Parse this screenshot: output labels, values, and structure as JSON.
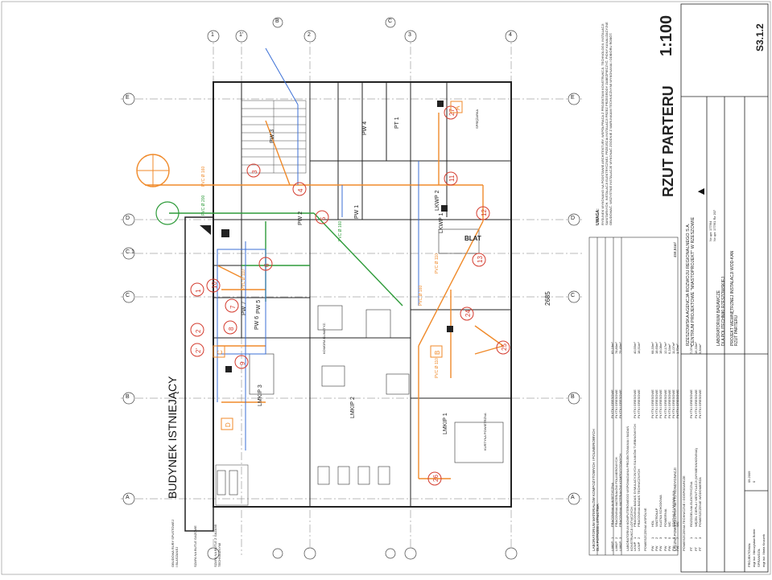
{
  "grid_letters": [
    "E",
    "D",
    "C.1",
    "C",
    "B",
    "A"
  ],
  "grid_numbers": [
    "1",
    "1'",
    "2",
    "3",
    "4",
    "B",
    "C"
  ],
  "building": {
    "existing_label": "BUDYNEK ISTNIEJĄCY",
    "dimension": "2685"
  },
  "rooms": [
    {
      "code": "PW",
      "num": "3"
    },
    {
      "code": "PW",
      "num": "4"
    },
    {
      "code": "PT",
      "num": "1"
    },
    {
      "code": "PW",
      "num": "2"
    },
    {
      "code": "PW",
      "num": "1"
    },
    {
      "code": "LKWP",
      "num": "2"
    },
    {
      "code": "LKWP",
      "num": "1"
    },
    {
      "code": "LMKIP",
      "num": "3"
    },
    {
      "code": "LMKIP",
      "num": "2"
    },
    {
      "code": "LMKIP",
      "num": "1"
    },
    {
      "code": "PW",
      "num": "5"
    },
    {
      "code": "PW",
      "num": "6"
    },
    {
      "code": "PW",
      "num": "7"
    }
  ],
  "circles": [
    "1",
    "2",
    "2'",
    "3",
    "4",
    "5",
    "6",
    "7",
    "8",
    "9",
    "10",
    "11",
    "12",
    "13",
    "24",
    "25",
    "26",
    "27"
  ],
  "circle_letters": [
    "A",
    "B",
    "C",
    "D"
  ],
  "pipes": [
    "PVC Ø 160",
    "PVC Ø 200",
    "PVC Ø 110",
    "PVC Ø 110",
    "PVC Ø 160",
    "PVC Ø 110",
    "PVC Ø 160"
  ],
  "labels": {
    "klimatyzacja": "KOMORA KLIMATYZ.",
    "kurtyna": "KURTYNA POWIETRZNA",
    "sprezarka": "SPRĘŻARKA",
    "blat": "BLAT"
  },
  "legend": {
    "heading": "LABORATORIUM MATERIAŁÓW KOMPOZYTOWYCH I POLIMEROWYCH\nDLA POTRZEB LOTNICTWA",
    "col_headers": [
      "oznaczenie",
      "nazwa pomieszczenia",
      "posadzka",
      "powierzchnia"
    ],
    "groups": [
      {
        "rows": [
          [
            "LMKIP",
            "1",
            "PRACOWNIA AUKSETYCZNA",
            "PŁYTKI GRESOWE",
            "83,18m²"
          ],
          [
            "LMKIP",
            "2",
            "PRACOWNIA MATERIAŁÓW POLIMEROWYCH",
            "PŁYTKI GRESOWE",
            "78,80m²"
          ],
          [
            "LMKIP",
            "3",
            "PRACOWNIA MATERIAŁÓW KOMPOZYTOWYCH",
            "PŁYTKI GRESOWE",
            "79,40m²"
          ]
        ]
      },
      {
        "title": "LABORATORIUM KOMPUTEROWEGO WSPOMAGANIA PROJEKTOWANIA I BADAŃ\nKONSTRUKCJI LOTNICZYCH",
        "rows": [
          [
            "LKWP",
            "1",
            "PRACOWNIA BADAŃ SYMULACYJNYCH SILNIKÓW TURBINOWYCH",
            "PŁYTKI GRESOWE",
            "40,55m²"
          ],
          [
            "LKWP",
            "2",
            "PRACOWNIA BADAŃ TECHNICZNYCH",
            "PŁYTKI GRESOWE",
            "18,51m²"
          ]
        ]
      },
      {
        "title": "POMIESZCZENIA WSPÓLNE",
        "rows": [
          [
            "PW",
            "1",
            "HOL",
            "PŁYTKI GRESOWE",
            "68,33m²"
          ],
          [
            "PW",
            "2",
            "WIATROŁAP",
            "PŁYTKI GRESOWE",
            "18,60m²"
          ],
          [
            "PW",
            "3",
            "KLATKA SCHODOWA",
            "PŁYTKI GRESOWE",
            "18,08m²"
          ],
          [
            "PW",
            "4",
            "POMIERNIA",
            "PŁYTKI GRESOWE",
            "12,17m²"
          ],
          [
            "PW",
            "5",
            "WC",
            "PŁYTKI GRESOWE",
            "6,24m²"
          ],
          [
            "PW",
            "6",
            "SZATNIA Z UMYWALNIĄ",
            "PŁYTKI GRESOWE",
            "11,07m²"
          ],
          [
            "PW",
            "7",
            "WC",
            "PŁYTKI GRESOWE",
            "1,79m²"
          ]
        ]
      },
      {
        "title": "POMIESZCZENIA TECHNICZNE I GOSPODARCZE",
        "rows": [
          [
            "PT",
            "1",
            "ROZDZIELNIA ELEKTRYCZNA",
            "PŁYTKI GRESOWE",
            "7,07m²"
          ],
          [
            "PT",
            "2",
            "WĘZEŁ CIEPŁA I WENTYLACJI (WYMIENNIKOWNIA)",
            "PŁYTKI GRESOWE",
            "16,33m²"
          ],
          [
            "PT",
            "3",
            "POMIESZCZENIE WODOMIERZA",
            "PŁYTKI GRESOWE",
            "3,84m²"
          ]
        ]
      }
    ],
    "total_label": "ŁĄCZNA POWIERZCHNIA NETTO KONDYGNACJI",
    "total_value": "458,84m²"
  },
  "notes": {
    "title": "UWAGA:",
    "text": "RYSUNEK WYKONANO NA PODSTAWIE ARCHITEKTURY, WSPÓŁPRACA Z PROJEKTAMI KONSTRUKCJI, TECHNOLOGII, INSTALACJI SANITARNYCH, INSTALACJI ELEKTRYCZNEJ. PRZEJŚCIA INSTALACJI PRZEZ PRZEGRODY ZABEZPIECZYĆ. PIONY KANALIZACYJNE OBUDOWAĆ. WSZYSTKIE INSTALACJE WYKONAĆ ZGODNIE Z WARUNKAMI TECHNICZNYMI WYKONANIA I ODBIORU ROBÓT."
  },
  "left_notes": [
    "OBUDOWA RURY SPUSTOWEJ I BLASZANEJ",
    "SZAFA NA BUTLE GAZOWE",
    "SZAFA NA BUTLE Z GAZAMI TECHNICZNYMI"
  ],
  "title_block": {
    "sheet_title": "RZUT PARTERU",
    "scale": "1:100",
    "sheet_no": "S3.1.2",
    "company": "RZESZOWSKA AGENCJA ROZWOJU REGIONALNEGO S.A.\nCENTRUM PROJEKTOWE \"MIASTOPROJEKT\" W RZESZOWIE",
    "project_name": "LABORATORIUM BADAWCZE\nDLA POLITECHNIKI RZESZOWSKIEJ",
    "stage": "PROJEKT WEWNĘTRZNEJ INSTALACJI WOD-KAN",
    "drawing": "RZUT PARTERU",
    "designer_role": "PROJEKTOWAŁ",
    "designer": "mgr inż. Mieczysław Bober",
    "checker_role": "SPRAWDZIŁ",
    "checker": "mgr inż. Maria Kruczek",
    "date": "09.2009",
    "rev": "0",
    "perm": "Nr upr. 177/94\nNr upr. 177/91 Rz 207"
  },
  "colors": {
    "orange": "#f08a2a",
    "green": "#2e9b3a",
    "blue": "#3b6fd6",
    "red": "#d43b2e"
  }
}
